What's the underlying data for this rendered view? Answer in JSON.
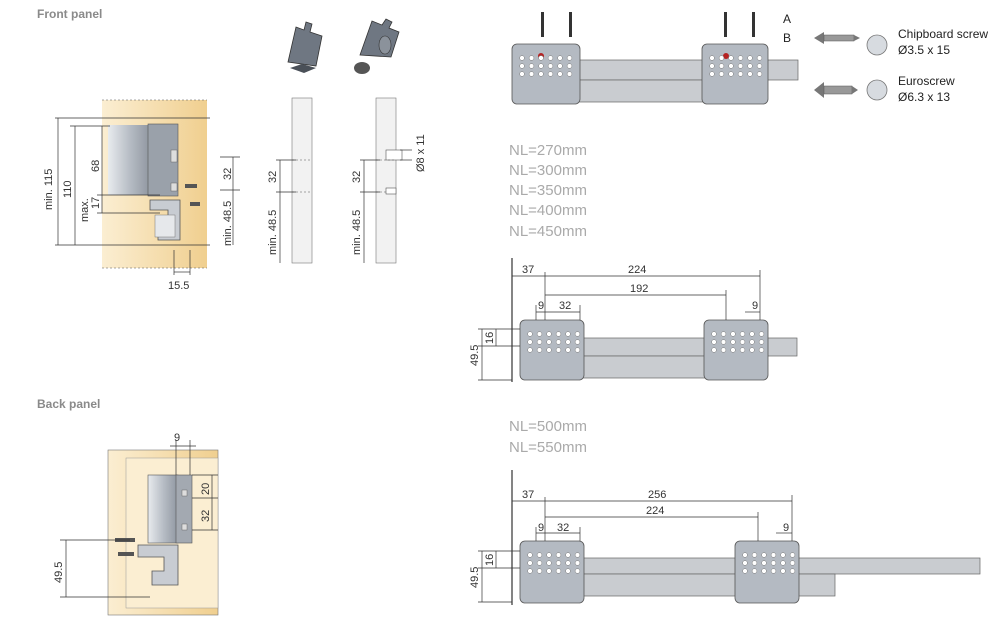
{
  "front_panel": {
    "title": "Front panel",
    "dims": {
      "min115": "min. 115",
      "d110": "110",
      "max": "max.",
      "d68": "68",
      "d17": "17",
      "d32": "32",
      "min48": "min. 48.5",
      "d155": "15.5"
    }
  },
  "mid": {
    "d32a": "32",
    "min48a": "min. 48.5",
    "d32b": "32",
    "min48b": "min. 48.5",
    "dowel": "Ø8 x 11"
  },
  "back_panel": {
    "title": "Back panel",
    "dims": {
      "d9": "9",
      "d20": "20",
      "d32": "32",
      "d495": "49.5"
    }
  },
  "labels": {
    "a": "A",
    "b": "B"
  },
  "legend": {
    "chip_name": "Chipboard screw",
    "chip_size": "Ø3.5 x 15",
    "euro_name": "Euroscrew",
    "euro_size": "Ø6.3 x 13"
  },
  "group1": {
    "nl": [
      "NL=270mm",
      "NL=300mm",
      "NL=350mm",
      "NL=400mm",
      "NL=450mm"
    ],
    "dims": {
      "d37": "37",
      "d224": "224",
      "d192": "192",
      "d9a": "9",
      "d32": "32",
      "d9b": "9",
      "d16": "16",
      "d495": "49.5"
    }
  },
  "group2": {
    "nl": [
      "NL=500mm",
      "NL=550mm"
    ],
    "dims": {
      "d37": "37",
      "d256": "256",
      "d224": "224",
      "d9a": "9",
      "d32": "32",
      "d9b": "9",
      "d16": "16",
      "d495": "49.5"
    }
  }
}
